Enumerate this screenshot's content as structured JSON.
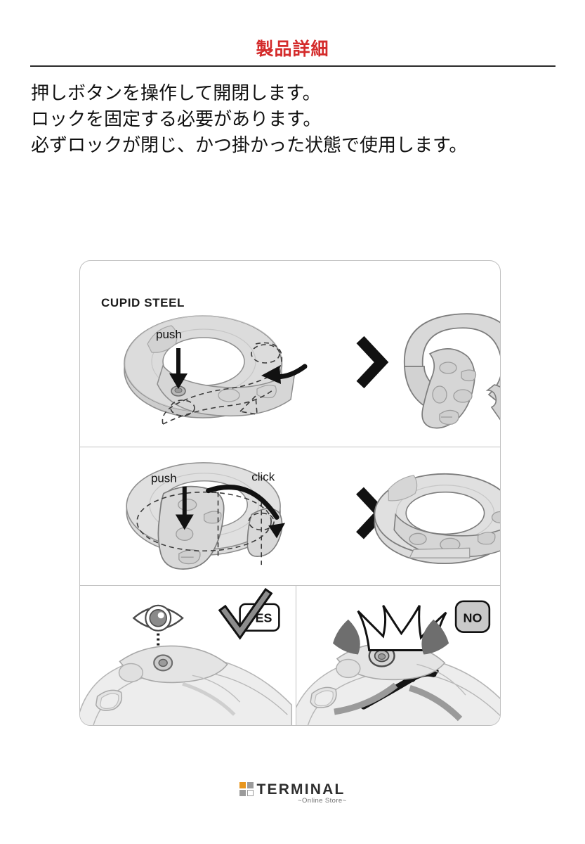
{
  "header": {
    "title": "製品詳細",
    "title_color": "#d42b2b"
  },
  "intro": {
    "lines": [
      "押しボタンを操作して開閉します。",
      "ロックを固定する必要があります。",
      "必ずロックが閉じ、かつ掛かった状態で使用します。"
    ]
  },
  "card": {
    "brand": "CUPID STEEL",
    "panels": [
      {
        "id": "panel-open-lock",
        "labels": [
          "push"
        ],
        "arrow_separator": ">",
        "left_caption": "push",
        "right_state": "open-ring"
      },
      {
        "id": "panel-close-lock",
        "labels": [
          "push",
          "click"
        ],
        "arrow_separator": ">",
        "left_caption_1": "push",
        "left_caption_2": "click",
        "right_state": "closed-ring"
      },
      {
        "id": "panel-check-yes",
        "badge": "YES",
        "icon": "eye-icon"
      },
      {
        "id": "panel-check-no",
        "badge": "NO",
        "icon": "impact-burst-icon"
      }
    ]
  },
  "footer": {
    "logo_text": "TERMINAL",
    "logo_sub": "~Online Store~",
    "logo_colors": {
      "accent": "#e8961e",
      "gray": "#9b9b9b"
    }
  }
}
